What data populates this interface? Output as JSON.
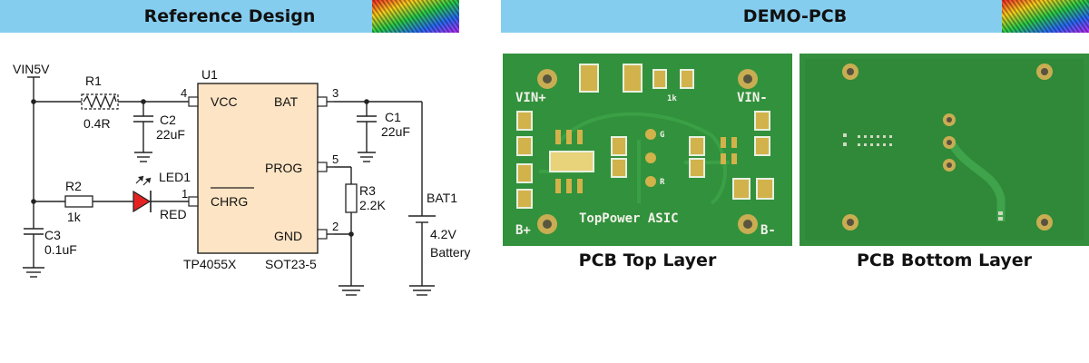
{
  "left_panel": {
    "title": "Reference Design"
  },
  "right_panel": {
    "title": "DEMO-PCB"
  },
  "schematic": {
    "vin": "VIN5V",
    "r1": {
      "ref": "R1",
      "value": "0.4R"
    },
    "u1": {
      "ref": "U1",
      "part": "TP4055X",
      "package": "SOT23-5"
    },
    "pins": {
      "vcc": "VCC",
      "bat": "BAT",
      "prog": "PROG",
      "chrg": "CHRG",
      "gnd": "GND"
    },
    "pin_numbers": {
      "vcc": "4",
      "bat": "3",
      "prog": "5",
      "chrg": "1",
      "gnd": "2"
    },
    "c2": {
      "ref": "C2",
      "value": "22uF"
    },
    "c1": {
      "ref": "C1",
      "value": "22uF"
    },
    "r2": {
      "ref": "R2",
      "value": "1k"
    },
    "led1": {
      "ref": "LED1",
      "color": "RED"
    },
    "r3": {
      "ref": "R3",
      "value": "2.2K"
    },
    "c3": {
      "ref": "C3",
      "value": "0.1uF"
    },
    "bat1": {
      "ref": "BAT1",
      "voltage": "4.2V",
      "label": "Battery"
    }
  },
  "pcb_top": {
    "caption": "PCB Top Layer",
    "silk": {
      "vin_plus": "VIN+",
      "vin_minus": "VIN-",
      "b_plus": "B+",
      "b_minus": "B-",
      "brand": "TopPower ASIC",
      "resistor": "1k",
      "g": "G",
      "r": "R"
    }
  },
  "pcb_bottom": {
    "caption": "PCB Bottom Layer"
  },
  "colors": {
    "banner": "#85cdef",
    "pcb": "#2f8d3a",
    "pad": "#d2b24a",
    "led": "#e52222"
  }
}
